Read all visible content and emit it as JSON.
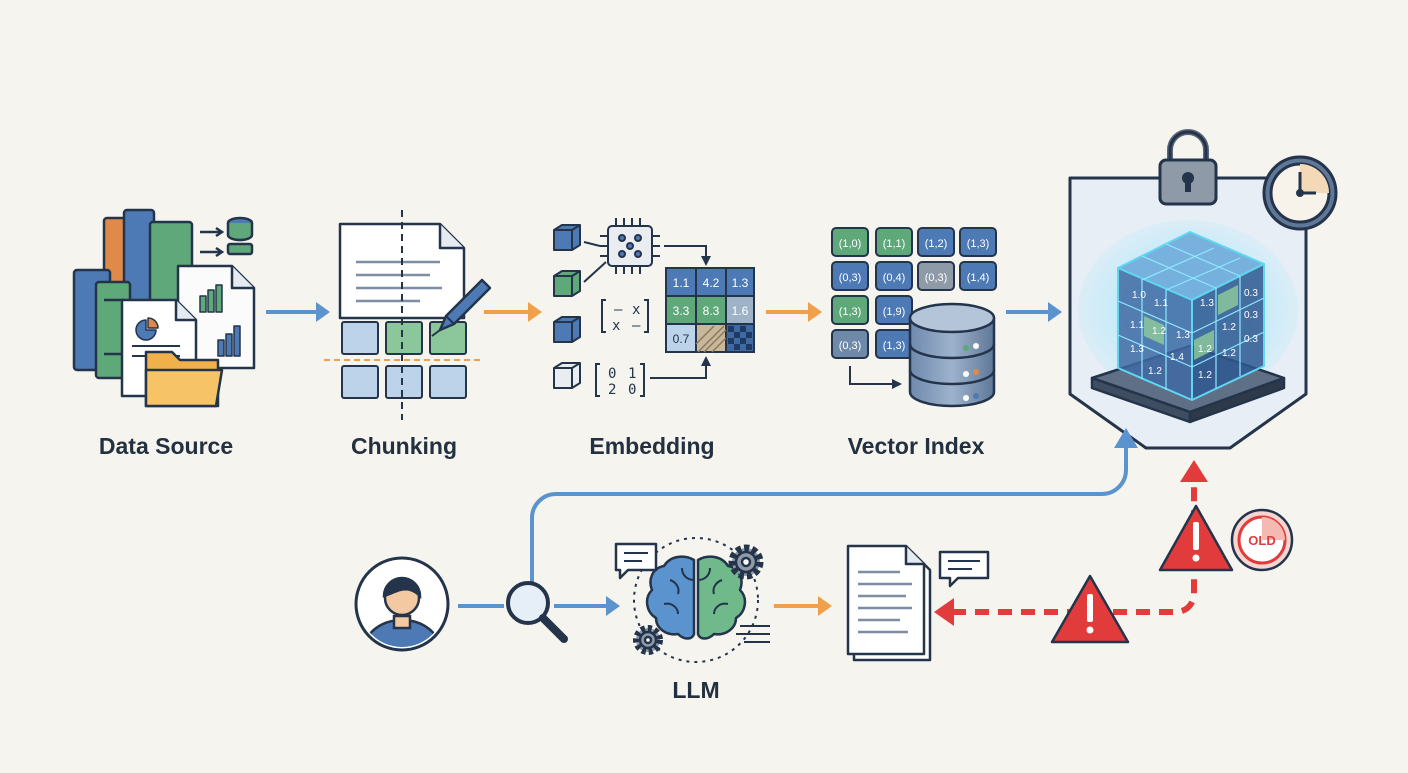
{
  "stages": {
    "data_source": "Data Source",
    "chunking": "Chunking",
    "embedding": "Embedding",
    "vector_index": "Vector Index",
    "llm": "LLM"
  },
  "embedding_grid": [
    "1.1",
    "4.2",
    "1.3",
    "3.3",
    "8.3",
    "1.6",
    "0.7",
    "",
    ""
  ],
  "embedding_matrix_top": [
    "–",
    "x",
    "x",
    "–"
  ],
  "embedding_matrix_bottom": [
    "0",
    "1",
    "2",
    "0"
  ],
  "vector_index_cells": [
    "(1,0)",
    "(1,1)",
    "(1,2)",
    "(1,3)",
    "(0,3)",
    "(0,4)",
    "(0,3)",
    "(1,4)",
    "(1,3)",
    "(1,9)",
    "(0,3)",
    "(1,3)"
  ],
  "cube_values": [
    "1.0",
    "1.1",
    "1.3",
    "0.3",
    "1.1",
    "1.3",
    "1.2",
    "0.3",
    "1.3",
    "1.2",
    "1.4",
    "1.2",
    "1.2",
    "1.2",
    "0.3",
    "1.2"
  ],
  "stale_badge": "OLD",
  "colors": {
    "blue_arrow": "#5b93cf",
    "orange_arrow": "#f0a04b",
    "red_warning": "#e23b3b",
    "green_tile": "#8cc79b",
    "blue_tile": "#4d79b5",
    "navy_stroke": "#23344b"
  },
  "icons": [
    "books-icon",
    "database-icon",
    "chart-document-icon",
    "folder-icon",
    "scissors-icon",
    "chip-icon",
    "cube-icon",
    "lock-icon",
    "clock-icon",
    "user-icon",
    "search-icon",
    "brain-icon",
    "gear-icon",
    "chat-icon",
    "document-icon",
    "warning-icon",
    "old-badge-icon"
  ]
}
